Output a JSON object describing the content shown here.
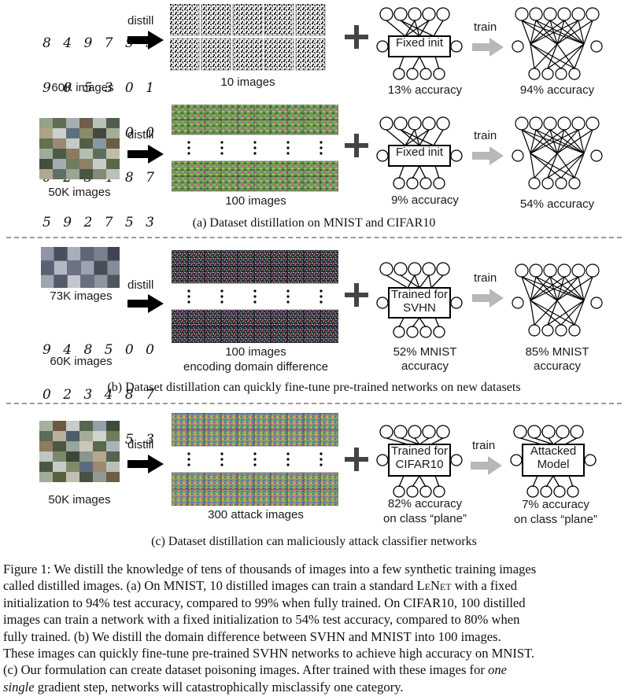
{
  "panels": {
    "a": {
      "row1": {
        "distill_label": "distill",
        "source_label": "60K images",
        "distilled_label": "10 images",
        "init_label": "Fixed init",
        "train_label": "train",
        "before_acc": "13% accuracy",
        "after_acc": "94% accuracy",
        "mnist_digits": [
          "8 4 9 7 5 3",
          "9 0 5 3 0 1",
          "9 4 8 5 0 0",
          "0 2 3 4 8 7",
          "5 9 2 7 5 3"
        ]
      },
      "row2": {
        "distill_label": "distill",
        "source_label": "50K images",
        "distilled_label": "100 images",
        "init_label": "Fixed init",
        "train_label": "train",
        "before_acc": "9% accuracy",
        "after_acc": "54% accuracy"
      },
      "caption": "(a) Dataset distillation on MNIST and CIFAR10"
    },
    "b": {
      "distill_label": "distill",
      "svhn_label": "73K images",
      "mnist_label": "60K images",
      "mnist_digits": [
        "9 4 8 5 0 0",
        "0 2 3 4 8 7",
        "5 9 2 7 5 3"
      ],
      "distilled_label_1": "100 images",
      "distilled_label_2": "encoding domain difference",
      "model_label_1": "Trained for",
      "model_label_2": "SVHN",
      "train_label": "train",
      "before_acc_1": "52% MNIST",
      "before_acc_2": "accuracy",
      "after_acc_1": "85% MNIST",
      "after_acc_2": "accuracy",
      "caption": "(b) Dataset distillation can quickly fine-tune pre-trained networks on new datasets"
    },
    "c": {
      "distill_label": "distill",
      "source_label": "50K images",
      "distilled_label": "300 attack images",
      "model_label_1": "Trained for",
      "model_label_2": "CIFAR10",
      "train_label": "train",
      "attacked_label_1": "Attacked",
      "attacked_label_2": "Model",
      "before_acc_1": "82% accuracy",
      "before_acc_2": "on class “plane”",
      "after_acc_1": "7% accuracy",
      "after_acc_2": "on class “plane”",
      "caption": "(c) Dataset distillation can maliciously attack classifier networks"
    }
  },
  "figure_caption": {
    "l1": "Figure 1: We distill the knowledge of tens of thousands of images into a few synthetic training images",
    "l2a": "called distilled images. (a) On MNIST, 10 distilled images can train a standard ",
    "l2b": "LeNet",
    "l2c": " with a fixed",
    "l3": "initialization to 94% test accuracy, compared to 99% when fully trained. On CIFAR10, 100 distilled",
    "l4": "images can train a network with a fixed initialization to 54% test accuracy, compared to 80% when",
    "l5": "fully trained. (b) We distill the domain difference between SVHN and MNIST into 100 images.",
    "l6": "These images can quickly fine-tune pre-trained SVHN networks to achieve high accuracy on MNIST.",
    "l7a": "(c) Our formulation can create dataset poisoning images. After trained with these images for ",
    "l7b": "one",
    "l8a": "single",
    "l8b": " gradient step, networks will catastrophically misclassify one category."
  }
}
